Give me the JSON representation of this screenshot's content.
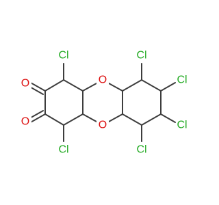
{
  "colors": {
    "bond": "#3d3d3d",
    "chlorine": "#22aa22",
    "oxygen": "#dd1111",
    "background": "#ffffff"
  },
  "labels": {
    "cl_1": "Cl",
    "cl_4": "Cl",
    "cl_6": "Cl",
    "cl_7": "Cl",
    "cl_8": "Cl",
    "cl_9": "Cl",
    "o_ring_top": "O",
    "o_ring_bottom": "O",
    "o_ketone_2": "O",
    "o_ketone_3": "O"
  }
}
